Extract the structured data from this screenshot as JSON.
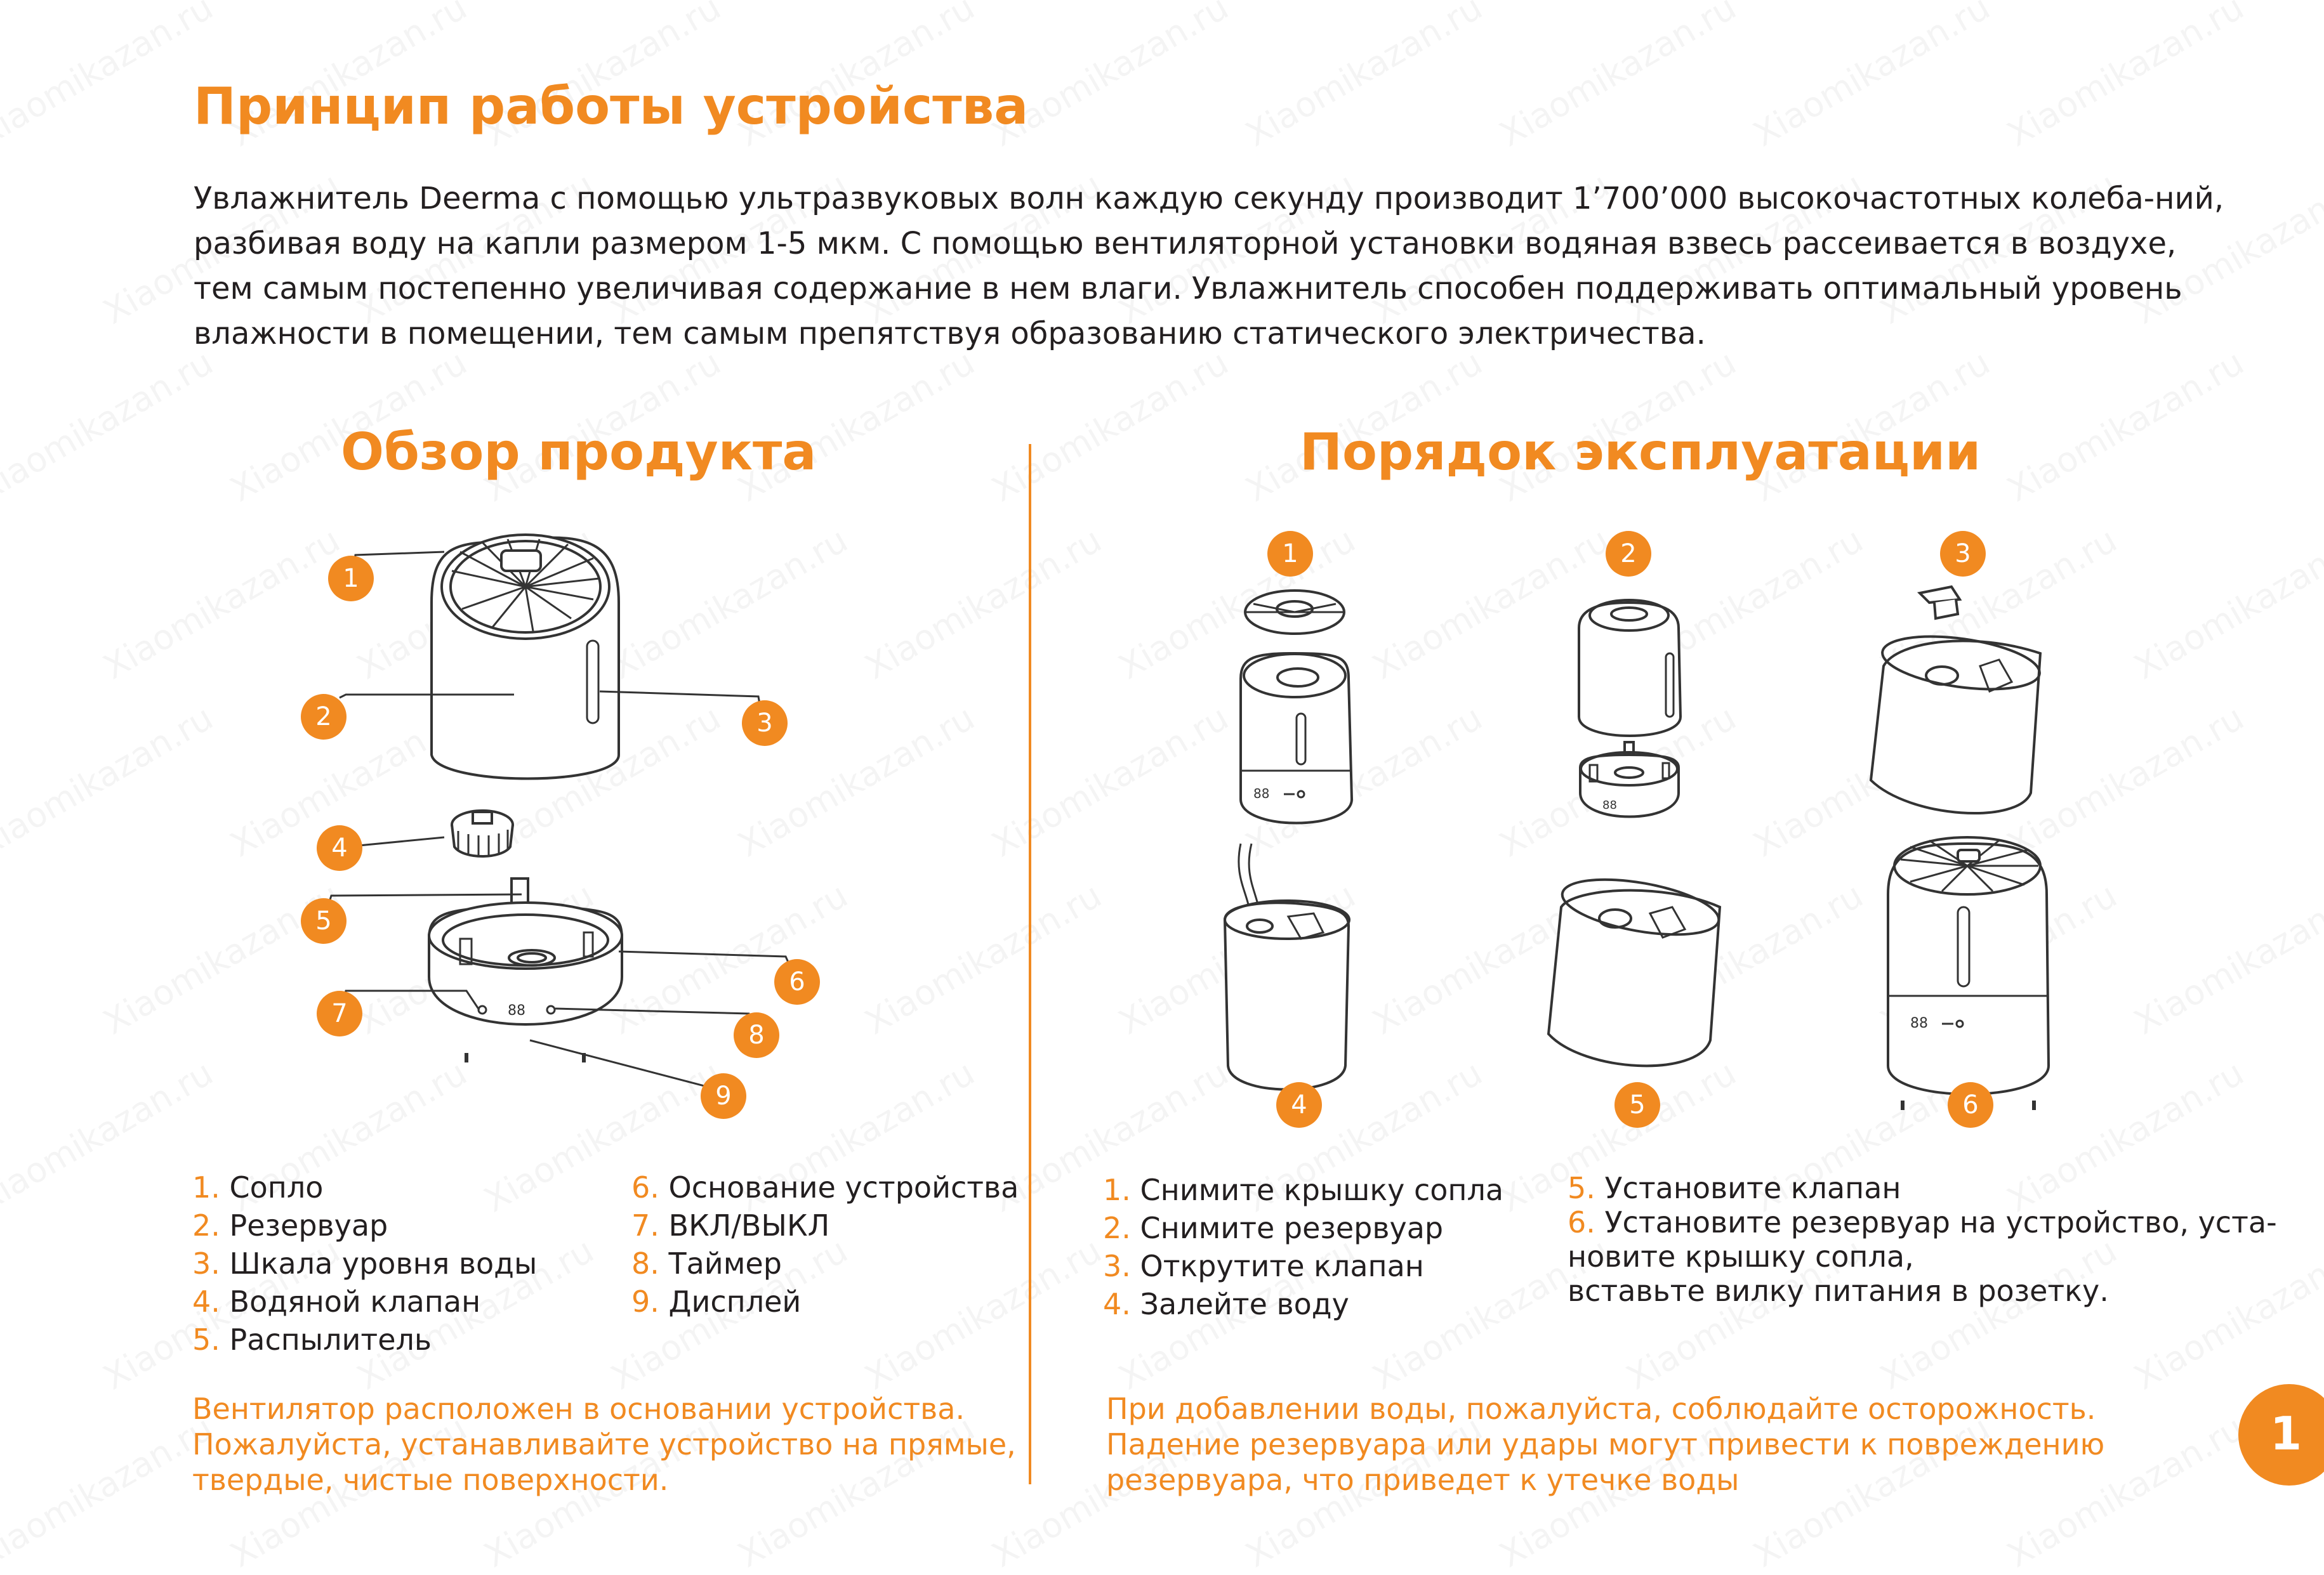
{
  "title": "Принцип работы устройства",
  "intro": "Увлажнитель Deerma с помощью ультразвуковых волн каждую секунду производит 1’700’000 высокочастотных колеба-ний, разбивая воду на капли размером 1-5 мкм. С помощью вентиляторной установки водяная взвесь рассеивается в воздухе, тем самым постепенно увеличивая содержание в нем влаги. Увлажнитель способен поддерживать оптимальный уровень влажности в помещении, тем самым препятствуя образованию статического электричества.",
  "watermark": "Xiaomikazan.ru",
  "overview": {
    "title": "Обзор продукта",
    "parts_left": [
      {
        "num": "1.",
        "label": "Сопло"
      },
      {
        "num": "2.",
        "label": "Резервуар"
      },
      {
        "num": "3.",
        "label": "Шкала уровня воды"
      },
      {
        "num": "4.",
        "label": "Водяной клапан"
      },
      {
        "num": "5.",
        "label": "Распылитель"
      }
    ],
    "parts_right": [
      {
        "num": "6.",
        "label": "Основание устройства"
      },
      {
        "num": "7.",
        "label": "ВКЛ/ВЫКЛ"
      },
      {
        "num": "8.",
        "label": "Таймер"
      },
      {
        "num": "9.",
        "label": "Дисплей"
      }
    ],
    "callouts": [
      "1",
      "2",
      "3",
      "4",
      "5",
      "6",
      "7",
      "8",
      "9"
    ],
    "display_digits": "88",
    "note": [
      "Вентилятор расположен в основании устройства.",
      "Пожалуйста, устанавливайте устройство на прямые,",
      "твердые, чистые поверхности."
    ]
  },
  "operation": {
    "title": "Порядок эксплуатации",
    "steps_left": [
      {
        "num": "1.",
        "label": "Снимите крышку сопла"
      },
      {
        "num": "2.",
        "label": "Снимите резервуар"
      },
      {
        "num": "3.",
        "label": "Открутите клапан"
      },
      {
        "num": "4.",
        "label": "Залейте воду"
      }
    ],
    "steps_right": [
      {
        "num": "5.",
        "label": "Установите клапан"
      },
      {
        "num": "6.",
        "label": "Установите резервуар на устройство, уста-"
      },
      {
        "num": "",
        "label": "новите крышку сопла,"
      },
      {
        "num": "",
        "label": "вставьте вилку питания в розетку."
      }
    ],
    "callouts": [
      "1",
      "2",
      "3",
      "4",
      "5",
      "6"
    ],
    "display_digits": "88",
    "note": [
      "При добавлении воды, пожалуйста, соблюдайте осторожность.",
      "Падение резервуара или удары могут привести к повреждению",
      "резервуара, что приведет к утечке воды"
    ]
  },
  "page_number": "1",
  "colors": {
    "accent": "#f18a21",
    "text": "#231f20",
    "line": "#333333"
  }
}
